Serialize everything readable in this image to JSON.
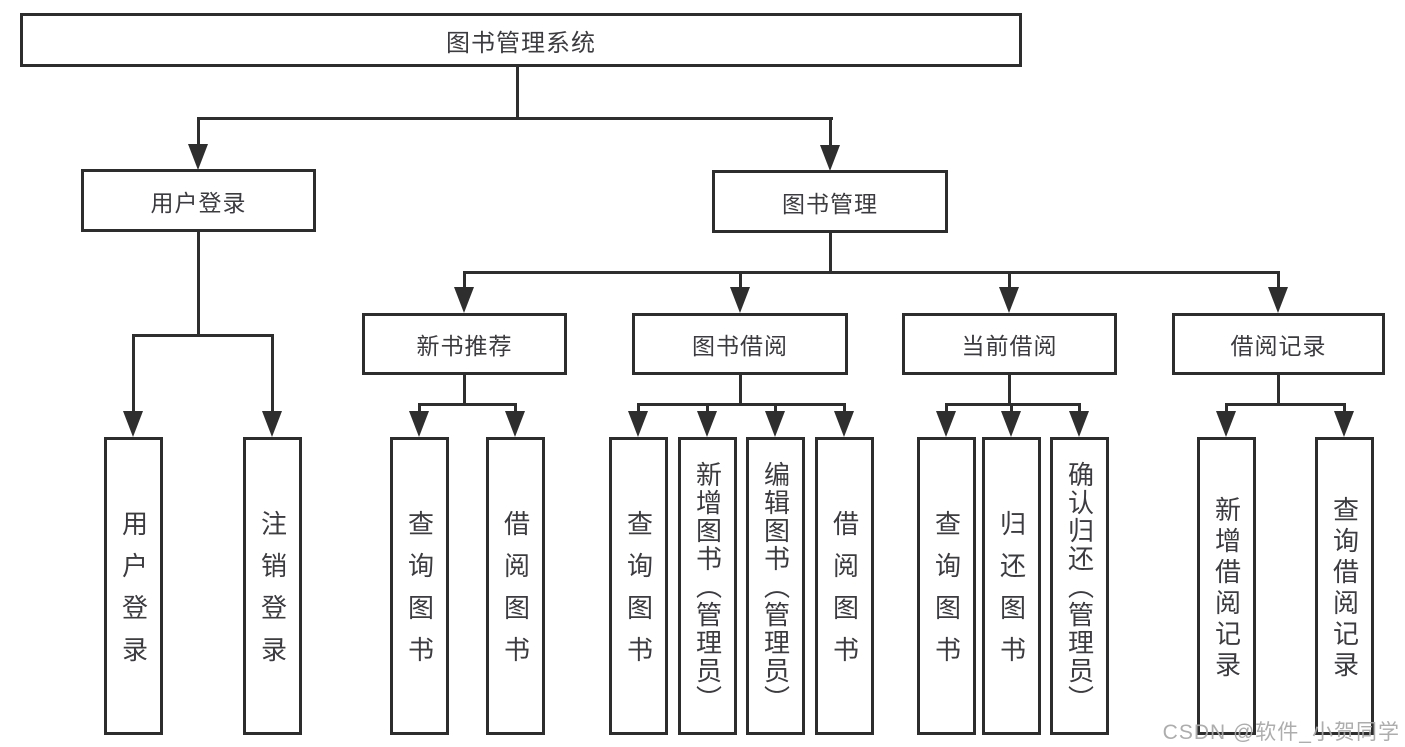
{
  "diagram": {
    "title": "图书管理系统",
    "branches": [
      {
        "label": "用户登录",
        "children": [
          "用户登录",
          "注销登录"
        ]
      },
      {
        "label": "图书管理",
        "groups": [
          {
            "label": "新书推荐",
            "children": [
              "查询图书",
              "借阅图书"
            ]
          },
          {
            "label": "图书借阅",
            "children": [
              "查询图书",
              "新增图书（管理员）",
              "编辑图书（管理员）",
              "借阅图书"
            ]
          },
          {
            "label": "当前借阅",
            "children": [
              "查询图书",
              "归还图书",
              "确认归还（管理员）"
            ]
          },
          {
            "label": "借阅记录",
            "children": [
              "新增借阅记录",
              "查询借阅记录"
            ]
          }
        ]
      }
    ]
  },
  "watermark": {
    "text": "CSDN @软件_小贺同学"
  },
  "colors": {
    "line": "#2e2e2e",
    "border": "#2d2d2d",
    "text": "#3c3c40",
    "watermark": "#a9a9a9",
    "background": "#ffffff"
  }
}
